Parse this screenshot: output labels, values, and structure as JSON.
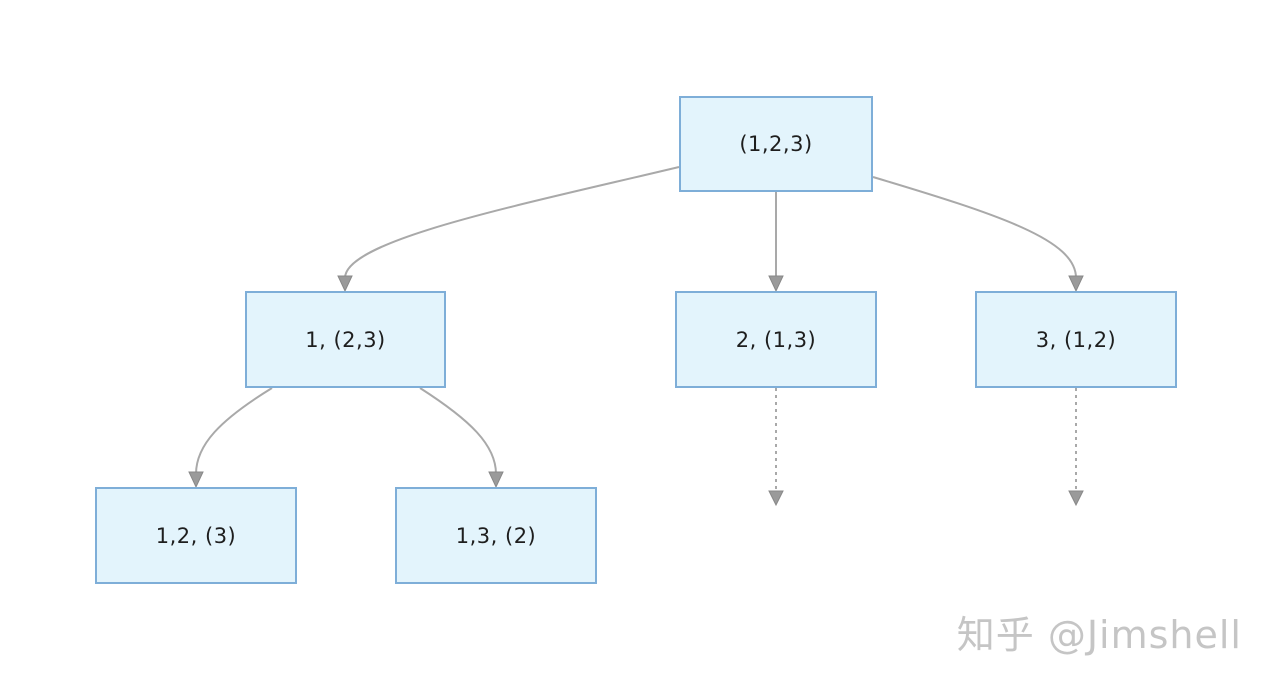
{
  "nodes": {
    "root": {
      "label": "(1,2,3)"
    },
    "a": {
      "label": "1, (2,3)"
    },
    "b": {
      "label": "2, (1,3)"
    },
    "c": {
      "label": "3, (1,2)"
    },
    "aa": {
      "label": "1,2, (3)"
    },
    "ab": {
      "label": "1,3, (2)"
    }
  },
  "edges": [
    {
      "from": "root",
      "to": "a",
      "style": "solid"
    },
    {
      "from": "root",
      "to": "b",
      "style": "solid"
    },
    {
      "from": "root",
      "to": "c",
      "style": "solid"
    },
    {
      "from": "a",
      "to": "aa",
      "style": "solid"
    },
    {
      "from": "a",
      "to": "ab",
      "style": "solid"
    },
    {
      "from": "b",
      "to": "",
      "style": "dashed"
    },
    {
      "from": "c",
      "to": "",
      "style": "dashed"
    }
  ],
  "colors": {
    "node_fill": "#e3f4fc",
    "node_border": "#7eaed8",
    "edge": "#a9a9a9"
  },
  "watermark": "知乎 @Jimshell"
}
